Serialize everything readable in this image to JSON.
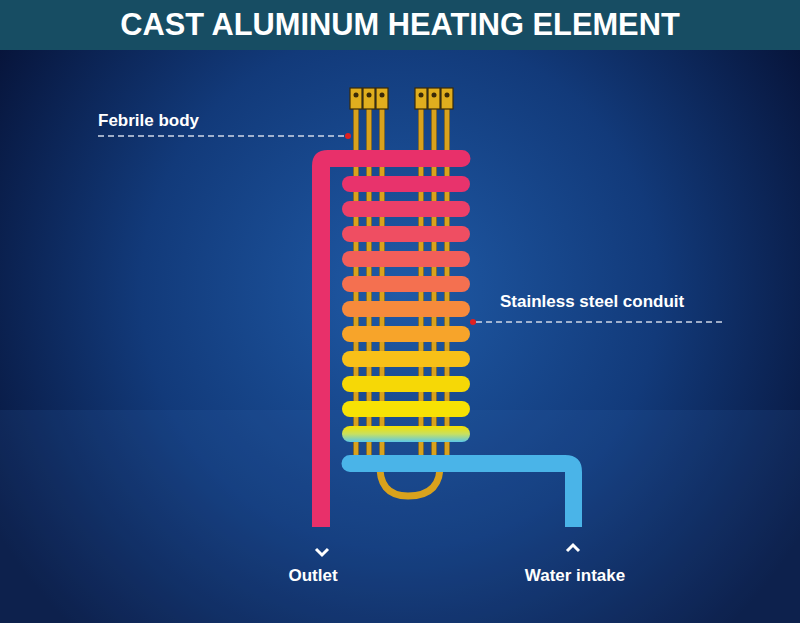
{
  "diagram": {
    "title": "CAST ALUMINUM HEATING ELEMENT",
    "labels": [
      "Febrile body",
      "Stainless steel conduit",
      "Outlet",
      "Water intake"
    ]
  }
}
